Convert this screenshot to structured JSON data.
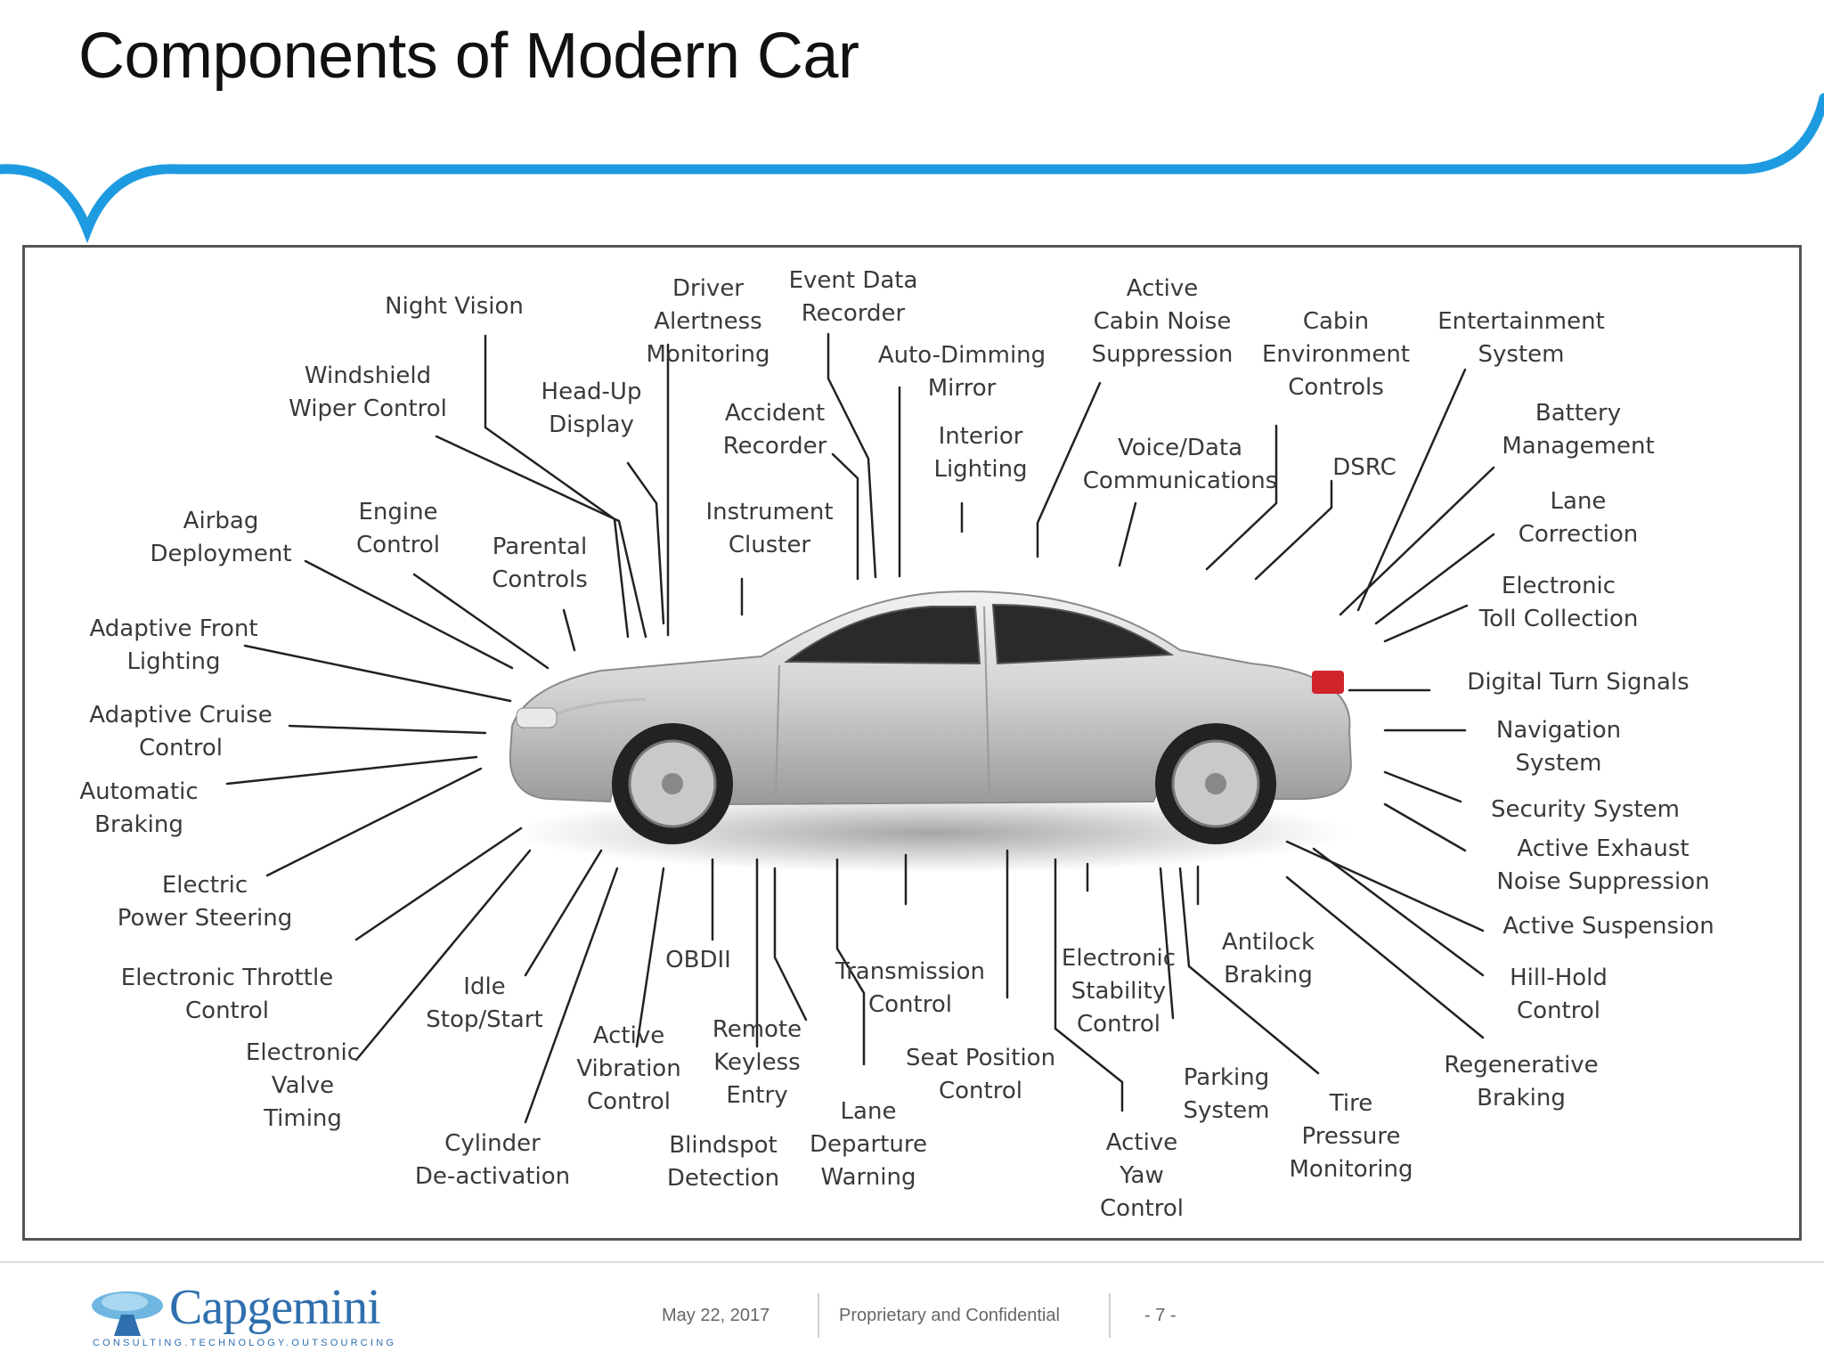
{
  "slide": {
    "title": "Components of Modern Car"
  },
  "accent_color": "#1e9be0",
  "diagram": {
    "labels": {
      "night_vision": "Night Vision",
      "driver_alertness": "Driver\nAlertness\nMonitoring",
      "event_data_recorder": "Event Data\nRecorder",
      "auto_dimming_mirror": "Auto-Dimming\nMirror",
      "active_cabin_noise": "Active\nCabin Noise\nSuppression",
      "cabin_environment": "Cabin\nEnvironment\nControls",
      "entertainment_system": "Entertainment\nSystem",
      "windshield_wiper": "Windshield\nWiper Control",
      "head_up_display": "Head-Up\nDisplay",
      "accident_recorder": "Accident\nRecorder",
      "interior_lighting": "Interior\nLighting",
      "voice_data": "Voice/Data\nCommunications",
      "dsrc": "DSRC",
      "battery_management": "Battery\nManagement",
      "airbag_deployment": "Airbag\nDeployment",
      "engine_control": "Engine\nControl",
      "parental_controls": "Parental\nControls",
      "instrument_cluster": "Instrument\nCluster",
      "lane_correction": "Lane\nCorrection",
      "electronic_toll": "Electronic\nToll Collection",
      "adaptive_front_lighting": "Adaptive Front\nLighting",
      "digital_turn_signals": "Digital Turn Signals",
      "adaptive_cruise": "Adaptive Cruise\nControl",
      "navigation_system": "Navigation\nSystem",
      "automatic_braking": "Automatic\nBraking",
      "security_system": "Security System",
      "active_exhaust": "Active Exhaust\nNoise Suppression",
      "electric_power_steering": "Electric\nPower Steering",
      "active_suspension": "Active Suspension",
      "electronic_throttle": "Electronic Throttle\nControl",
      "idle_stop_start": "Idle\nStop/Start",
      "obdii": "OBDII",
      "transmission_control": "Transmission\nControl",
      "electronic_stability": "Electronic\nStability\nControl",
      "antilock_braking": "Antilock\nBraking",
      "hill_hold": "Hill-Hold\nControl",
      "electronic_valve_timing": "Electronic\nValve\nTiming",
      "active_vibration": "Active\nVibration\nControl",
      "remote_keyless": "Remote\nKeyless\nEntry",
      "seat_position": "Seat Position\nControl",
      "parking_system": "Parking\nSystem",
      "regenerative_braking": "Regenerative\nBraking",
      "tire_pressure": "Tire\nPressure\nMonitoring",
      "lane_departure": "Lane\nDeparture\nWarning",
      "cylinder_deactivation": "Cylinder\nDe-activation",
      "blindspot_detection": "Blindspot\nDetection",
      "active_yaw": "Active\nYaw\nControl"
    }
  },
  "footer": {
    "logo_name": "Capgemini",
    "logo_tagline": "CONSULTING.TECHNOLOGY.OUTSOURCING",
    "date": "May 22, 2017",
    "confidentiality": "Proprietary and Confidential",
    "page": "- 7 -"
  }
}
